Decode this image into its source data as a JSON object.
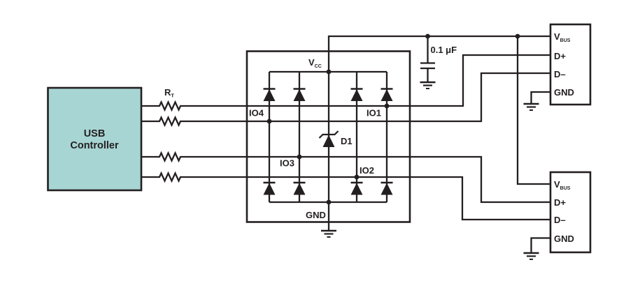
{
  "colors": {
    "line": "#231f20",
    "controller_fill": "#a7d5d3",
    "ic_fill": "#ffffff",
    "background": "#ffffff"
  },
  "controller": {
    "line1": "USB",
    "line2": "Controller"
  },
  "resistor": {
    "main": "R",
    "sub": "T"
  },
  "ic": {
    "vcc_main": "V",
    "vcc_sub": "CC",
    "io4": "IO4",
    "io1": "IO1",
    "io3": "IO3",
    "io2": "IO2",
    "diode": "D1",
    "gnd": "GND"
  },
  "capacitor": {
    "value": "0.1 μF"
  },
  "connector1": {
    "vbus_main": "V",
    "vbus_sub": "BUS",
    "dplus": "D+",
    "dminus": "D–",
    "gnd": "GND"
  },
  "connector2": {
    "vbus_main": "V",
    "vbus_sub": "BUS",
    "dplus": "D+",
    "dminus": "D–",
    "gnd": "GND"
  }
}
